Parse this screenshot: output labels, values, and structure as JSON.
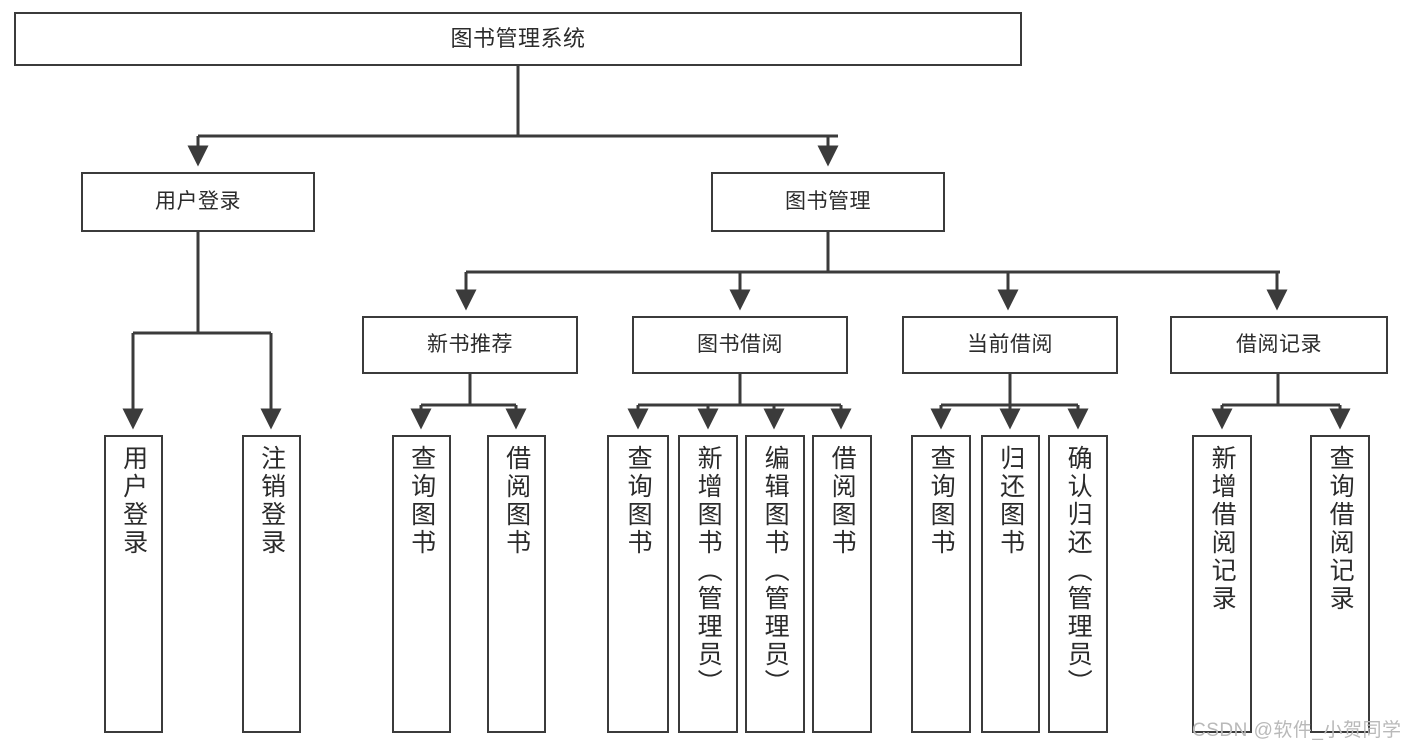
{
  "diagram": {
    "title": "图书管理系统",
    "type": "tree-hierarchy",
    "background_color": "#ffffff",
    "box_border_color": "#3b3b3b",
    "connector_color": "#3b3b3b",
    "text_color": "#2b2b2b"
  },
  "root": {
    "label": "图书管理系统"
  },
  "level2": [
    {
      "label": "用户登录"
    },
    {
      "label": "图书管理"
    }
  ],
  "level3": [
    {
      "label": "新书推荐"
    },
    {
      "label": "图书借阅"
    },
    {
      "label": "当前借阅"
    },
    {
      "label": "借阅记录"
    }
  ],
  "leaves": {
    "user_login": [
      {
        "label": "用户登录"
      },
      {
        "label": "注销登录"
      }
    ],
    "new_book_recommend": [
      {
        "label": "查询图书"
      },
      {
        "label": "借阅图书"
      }
    ],
    "book_borrow": [
      {
        "label": "查询图书"
      },
      {
        "label": "新增图书（管理员）"
      },
      {
        "label": "编辑图书（管理员）"
      },
      {
        "label": "借阅图书"
      }
    ],
    "current_borrow": [
      {
        "label": "查询图书"
      },
      {
        "label": "归还图书"
      },
      {
        "label": "确认归还（管理员）"
      }
    ],
    "borrow_record": [
      {
        "label": "新增借阅记录"
      },
      {
        "label": "查询借阅记录"
      }
    ]
  },
  "watermark": {
    "text": "CSDN @软件_小贺同学"
  }
}
